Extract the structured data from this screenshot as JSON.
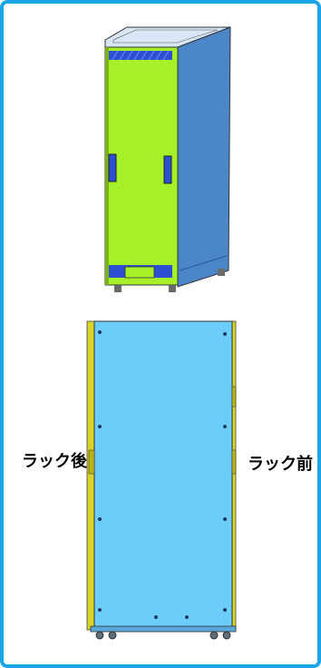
{
  "labels": {
    "rear": "ラック後",
    "front": "ラック前"
  },
  "colors": {
    "border": "#1aa6e6",
    "door_green": "#a6f02a",
    "side_blue": "#4a86c8",
    "panel_blue": "#6ccdfb",
    "stripe_blue": "#2d4fd1",
    "edge_yellow": "#d7d52a"
  },
  "icons": {
    "rack_3d": "rack-3d-illustration",
    "rack_side": "rack-side-view"
  }
}
